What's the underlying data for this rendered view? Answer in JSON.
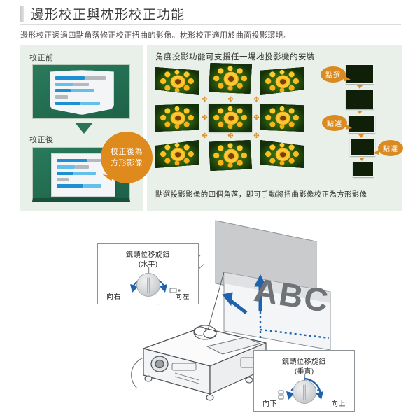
{
  "header": {
    "title": "邊形校正與枕形校正功能",
    "subtitle": "邊形校正透過四點角落修正校正扭曲的影像。枕形校正適用於曲面投影環境。",
    "accent_color": "#c9c9c9"
  },
  "left_panel": {
    "before_label": "校正前",
    "after_label": "校正後",
    "callout_line1": "校正後為",
    "callout_line2": "方形影像",
    "callout_color": "#de8a1c",
    "screen_color": "#1f6b4f",
    "panel_bg": "#e9f0e9"
  },
  "right_panel": {
    "heading": "角度投影功能可支援任一場地投影機的安裝",
    "caption": "點選投影影像的四個角落，即可手動將扭曲影像校正為方形影像",
    "bubbles": [
      {
        "label": "點選"
      },
      {
        "label": "點選"
      },
      {
        "label": "點選"
      }
    ],
    "grid_rows": 3,
    "grid_cols": 3,
    "marker_glyph": "✤",
    "bubble_color": "#d98b22"
  },
  "diagram": {
    "screen_text": "ABC",
    "knob_horizontal": {
      "title": "鏡頭位移旋鈕",
      "subtitle": "(水平)",
      "label_left": "向右",
      "label_right": "向左"
    },
    "knob_vertical": {
      "title": "鏡頭位移旋鈕",
      "subtitle": "(垂直)",
      "label_left": "向下",
      "label_right": "向上"
    },
    "arrow_color": "#1f63ad"
  }
}
